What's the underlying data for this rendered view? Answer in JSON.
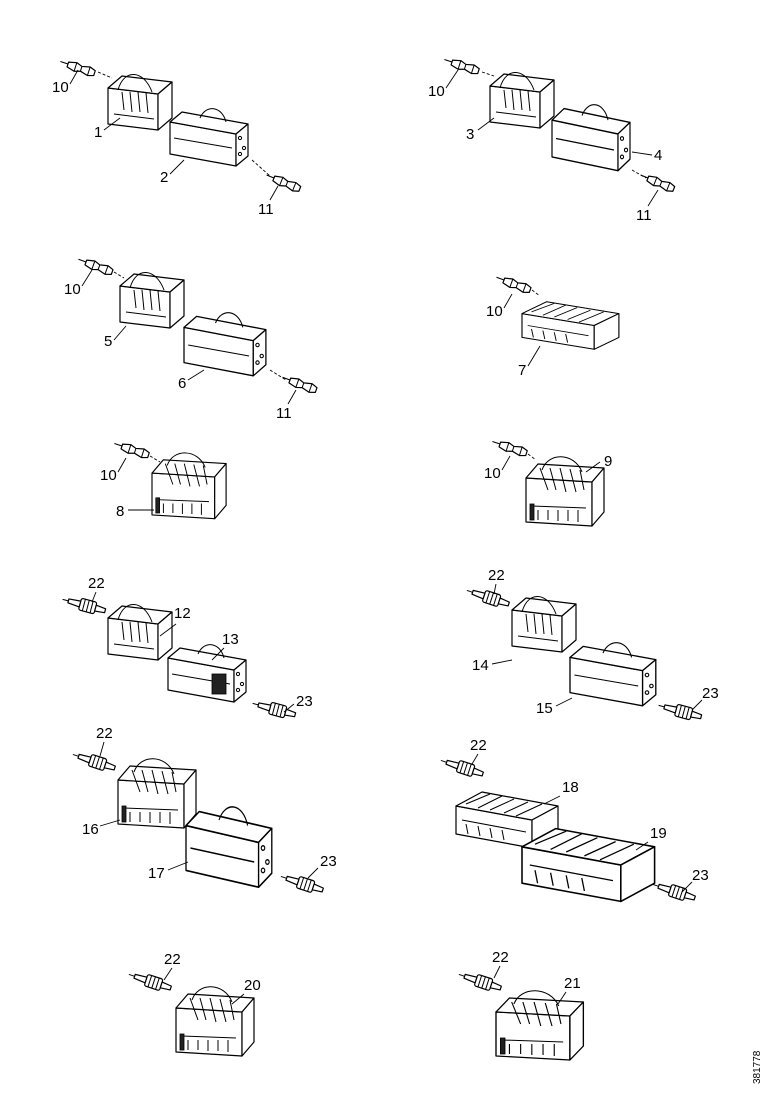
{
  "labels": {
    "p1": "1",
    "p2": "2",
    "p3": "3",
    "p4": "4",
    "p5": "5",
    "p6": "6",
    "p7": "7",
    "p8": "8",
    "p9": "9",
    "p10a": "10",
    "p10b": "10",
    "p10c": "10",
    "p10d": "10",
    "p10e": "10",
    "p10f": "10",
    "p11a": "11",
    "p11b": "11",
    "p11c": "11",
    "p12": "12",
    "p13": "13",
    "p14": "14",
    "p15": "15",
    "p16": "16",
    "p17": "17",
    "p18": "18",
    "p19": "19",
    "p20": "20",
    "p21": "21",
    "p22a": "22",
    "p22b": "22",
    "p22c": "22",
    "p22d": "22",
    "p22e": "22",
    "p22f": "22",
    "p23a": "23",
    "p23b": "23",
    "p23c": "23",
    "p23d": "23"
  },
  "figure_reference": "381778"
}
